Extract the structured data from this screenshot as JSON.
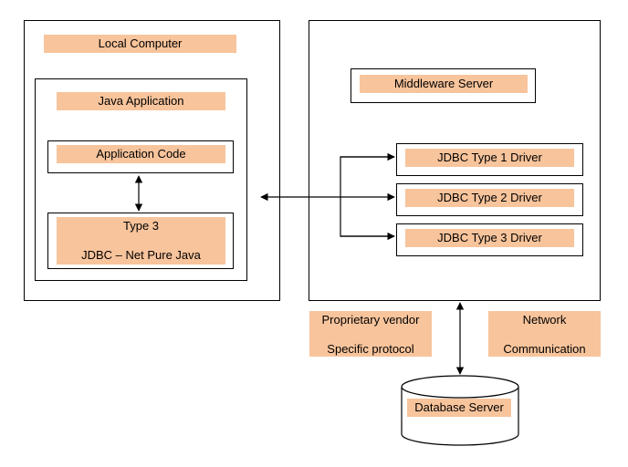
{
  "local": {
    "title": "Local Computer",
    "java_app": "Java Application",
    "app_code": "Application Code",
    "type3_line1": "Type 3",
    "type3_line2": "JDBC – Net Pure Java"
  },
  "middleware": {
    "title": "Middleware Server",
    "drivers": [
      "JDBC Type 1 Driver",
      "JDBC Type 2 Driver",
      "JDBC Type 3 Driver"
    ]
  },
  "protocol": {
    "line1": "Proprietary vendor",
    "line2": "Specific protocol"
  },
  "network": {
    "line1": "Network",
    "line2": "Communication"
  },
  "database": {
    "title": "Database Server"
  },
  "colors": {
    "label_fill": "#f8c49c",
    "stroke": "#000000"
  }
}
